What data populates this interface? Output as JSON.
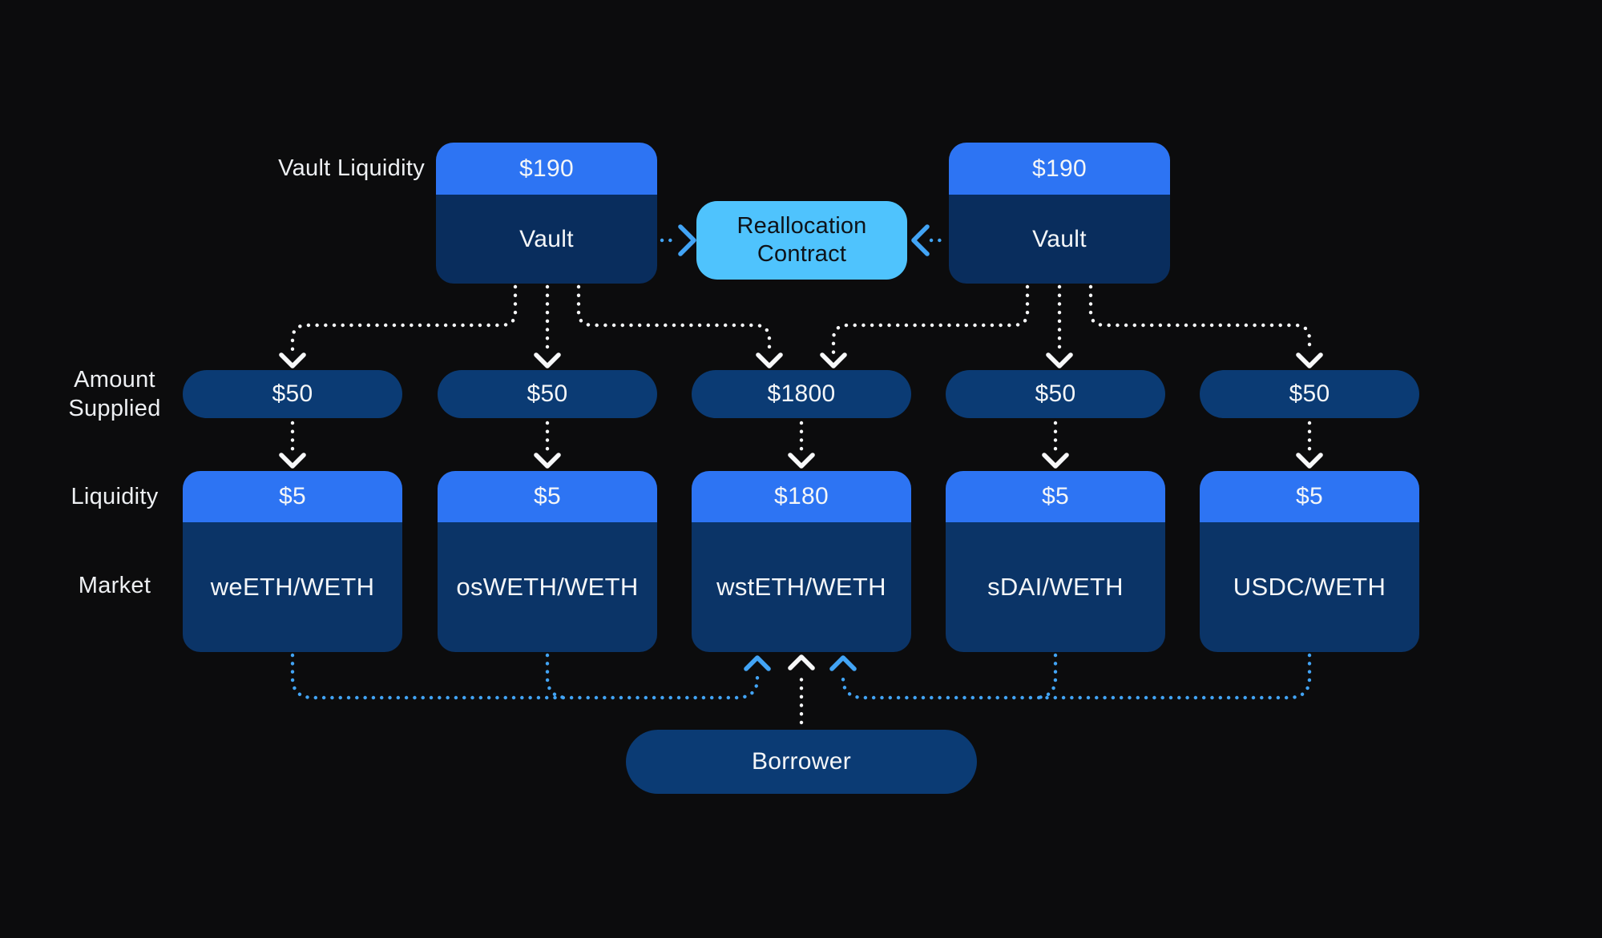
{
  "diagram": {
    "labels": {
      "vault_liquidity": "Vault Liquidity",
      "amount_supplied": "Amount Supplied",
      "liquidity": "Liquidity",
      "market": "Market"
    },
    "vaults": [
      {
        "liquidity": "$190",
        "name": "Vault"
      },
      {
        "liquidity": "$190",
        "name": "Vault"
      }
    ],
    "reallocation_contract": {
      "label": "Reallocation Contract"
    },
    "amounts_supplied": [
      "$50",
      "$50",
      "$1800",
      "$50",
      "$50"
    ],
    "markets": [
      {
        "liquidity": "$5",
        "name": "weETH/WETH"
      },
      {
        "liquidity": "$5",
        "name": "osWETH/WETH"
      },
      {
        "liquidity": "$180",
        "name": "wstETH/WETH"
      },
      {
        "liquidity": "$5",
        "name": "sDAI/WETH"
      },
      {
        "liquidity": "$5",
        "name": "USDC/WETH"
      }
    ],
    "borrower": {
      "label": "Borrower"
    },
    "colors": {
      "background": "#0c0c0d",
      "header_blue": "#2d74f3",
      "vault_body_navy": "#092d5d",
      "market_body_navy": "#0b3467",
      "pill_navy": "#0b3b74",
      "reallocation_light_blue": "#4fc3fd",
      "connector_white": "#f7f8f9",
      "connector_blue": "#42a4f5"
    }
  }
}
